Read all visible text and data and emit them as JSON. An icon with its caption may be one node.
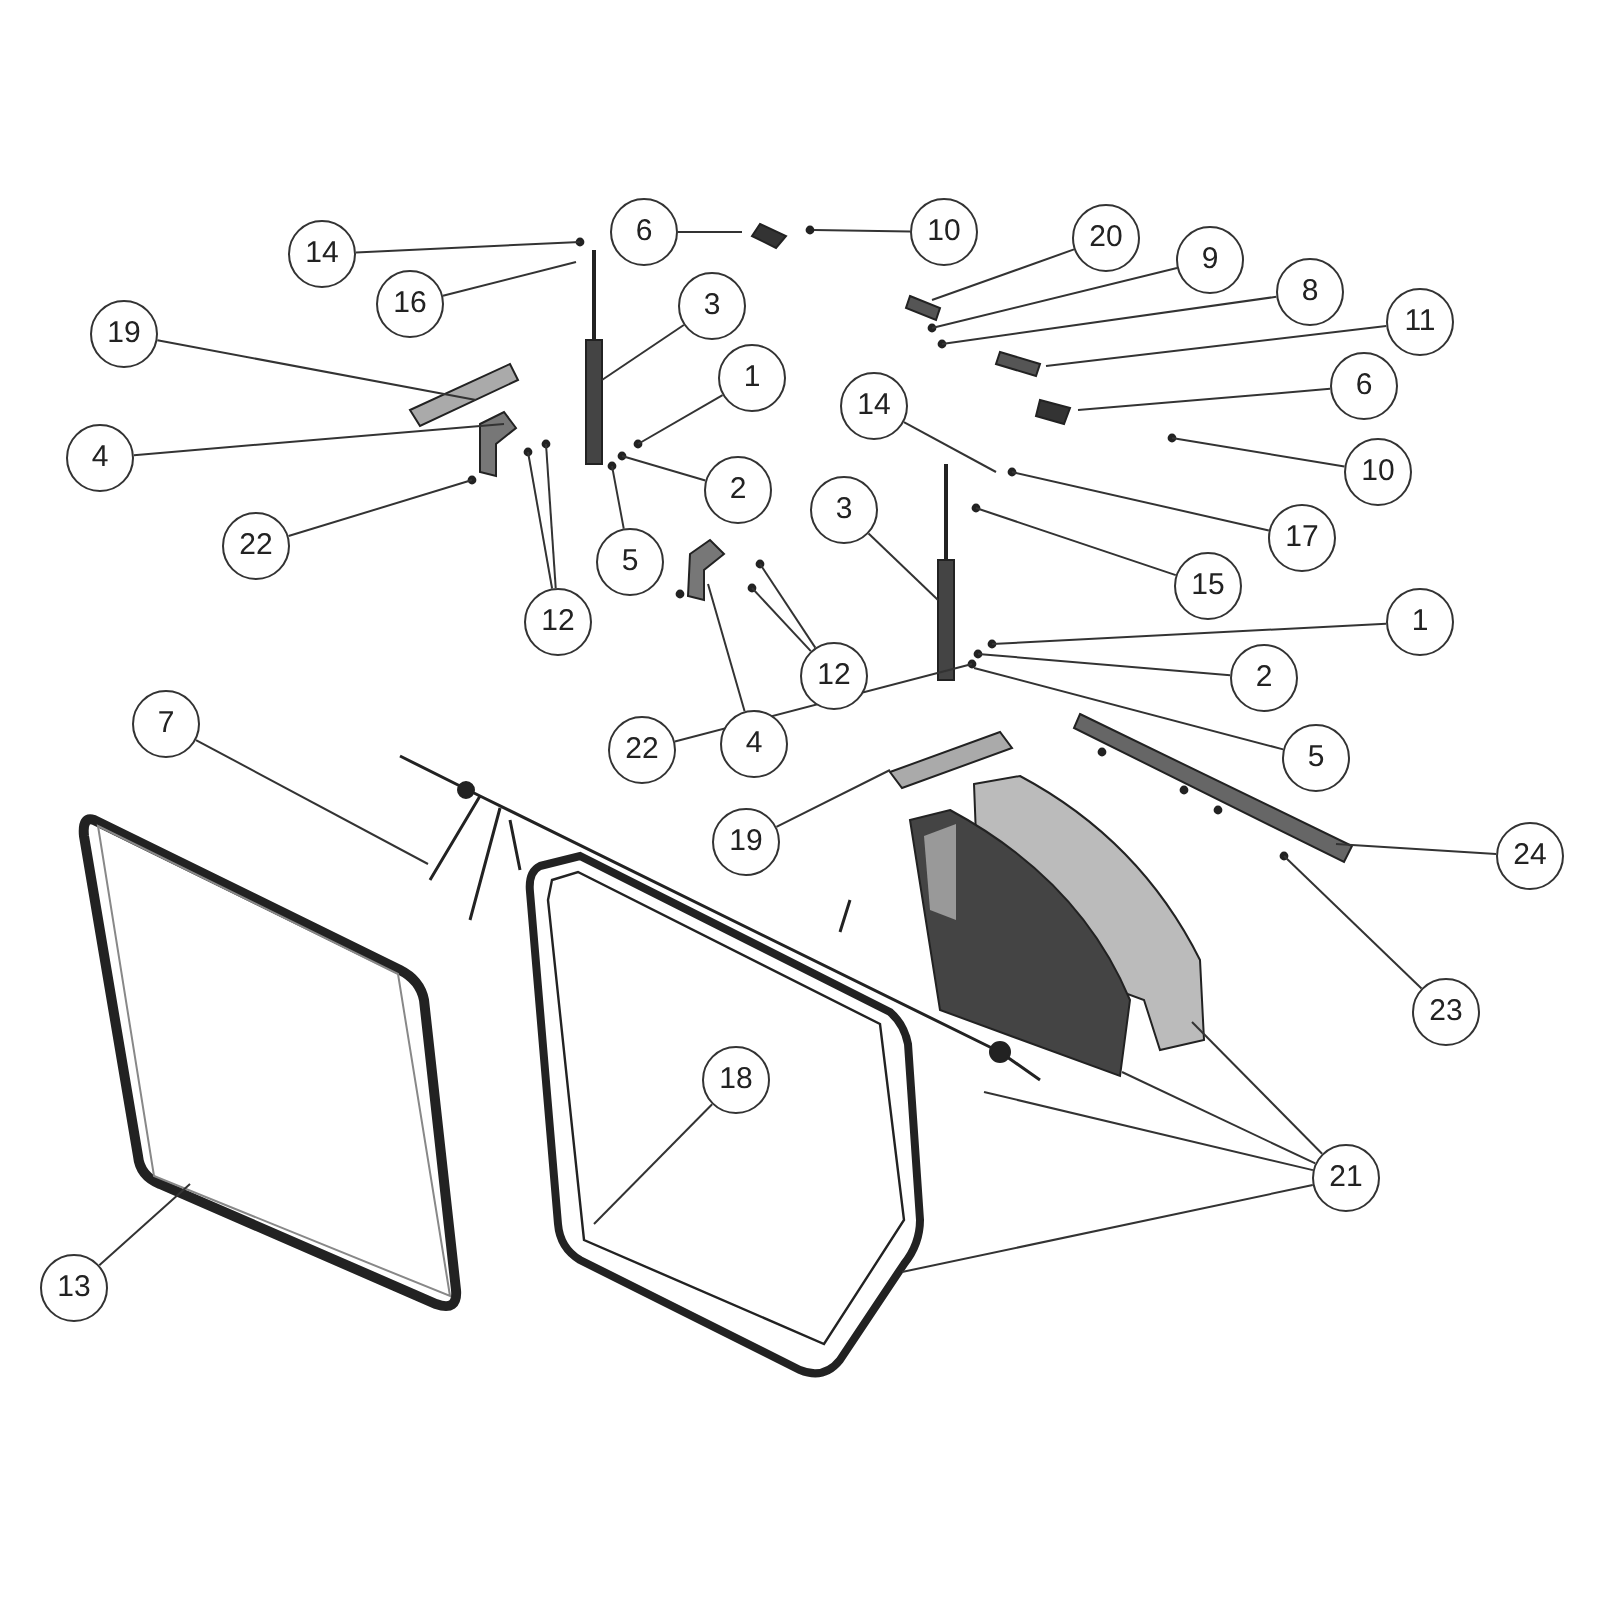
{
  "diagram": {
    "nodes": [
      {
        "text": [
          "14"
        ]
      },
      {
        "text": [
          "16"
        ]
      },
      {
        "text": [
          "6"
        ]
      },
      {
        "text": [
          "10"
        ]
      },
      {
        "text": [
          "20"
        ]
      },
      {
        "text": [
          "19"
        ]
      },
      {
        "text": [
          "3"
        ]
      },
      {
        "text": [
          "9"
        ]
      },
      {
        "text": [
          "8"
        ]
      },
      {
        "text": [
          "11"
        ]
      },
      {
        "text": [
          "1"
        ]
      },
      {
        "text": [
          "6"
        ]
      },
      {
        "text": [
          "4"
        ]
      },
      {
        "text": [
          "14"
        ]
      },
      {
        "text": [
          "10"
        ]
      },
      {
        "text": [
          "2"
        ]
      },
      {
        "text": [
          "17"
        ]
      },
      {
        "text": [
          "22"
        ]
      },
      {
        "text": [
          "5"
        ]
      },
      {
        "text": [
          "3"
        ]
      },
      {
        "text": [
          "15"
        ]
      },
      {
        "text": [
          "12"
        ]
      },
      {
        "text": [
          "12"
        ]
      },
      {
        "text": [
          "1"
        ]
      },
      {
        "text": [
          "2"
        ]
      },
      {
        "text": [
          "22"
        ]
      },
      {
        "text": [
          "4"
        ]
      },
      {
        "text": [
          "5"
        ]
      },
      {
        "text": [
          "7"
        ]
      },
      {
        "text": [
          "19"
        ]
      },
      {
        "text": [
          "24"
        ]
      },
      {
        "text": [
          "23"
        ]
      },
      {
        "text": [
          "18"
        ]
      },
      {
        "text": [
          "21"
        ]
      },
      {
        "text": [
          "13"
        ]
      }
    ],
    "edges": [
      {
        "from": 0,
        "to": null,
        "arrow": "none"
      },
      {
        "from": 1,
        "to": null,
        "arrow": "none"
      },
      {
        "from": 2,
        "to": null,
        "arrow": "none"
      },
      {
        "from": 3,
        "to": null,
        "arrow": "none"
      },
      {
        "from": 4,
        "to": null,
        "arrow": "none"
      },
      {
        "from": 5,
        "to": null,
        "arrow": "none"
      },
      {
        "from": 6,
        "to": null,
        "arrow": "none"
      },
      {
        "from": 7,
        "to": null,
        "arrow": "none"
      },
      {
        "from": 8,
        "to": null,
        "arrow": "none"
      },
      {
        "from": 9,
        "to": null,
        "arrow": "none"
      },
      {
        "from": 10,
        "to": null,
        "arrow": "none"
      },
      {
        "from": 11,
        "to": null,
        "arrow": "none"
      },
      {
        "from": 12,
        "to": null,
        "arrow": "none"
      },
      {
        "from": 13,
        "to": null,
        "arrow": "none"
      },
      {
        "from": 14,
        "to": null,
        "arrow": "none"
      },
      {
        "from": 15,
        "to": null,
        "arrow": "none"
      },
      {
        "from": 16,
        "to": null,
        "arrow": "none"
      },
      {
        "from": 17,
        "to": null,
        "arrow": "none"
      },
      {
        "from": 18,
        "to": null,
        "arrow": "none"
      },
      {
        "from": 19,
        "to": null,
        "arrow": "none"
      },
      {
        "from": 20,
        "to": null,
        "arrow": "none"
      },
      {
        "from": 21,
        "to": null,
        "arrow": "none"
      },
      {
        "from": 21,
        "to": null,
        "arrow": "none"
      },
      {
        "from": 22,
        "to": null,
        "arrow": "none"
      },
      {
        "from": 22,
        "to": null,
        "arrow": "none"
      },
      {
        "from": 23,
        "to": null,
        "arrow": "none"
      },
      {
        "from": 24,
        "to": null,
        "arrow": "none"
      },
      {
        "from": 25,
        "to": null,
        "arrow": "none"
      },
      {
        "from": 26,
        "to": null,
        "arrow": "none"
      },
      {
        "from": 27,
        "to": null,
        "arrow": "none"
      },
      {
        "from": 28,
        "to": null,
        "arrow": "none"
      },
      {
        "from": 29,
        "to": null,
        "arrow": "none"
      },
      {
        "from": 30,
        "to": null,
        "arrow": "none"
      },
      {
        "from": 31,
        "to": null,
        "arrow": "none"
      },
      {
        "from": 32,
        "to": null,
        "arrow": "none"
      },
      {
        "from": 33,
        "to": null,
        "arrow": "none"
      },
      {
        "from": 33,
        "to": null,
        "arrow": "none"
      },
      {
        "from": 33,
        "to": null,
        "arrow": "none"
      },
      {
        "from": 33,
        "to": null,
        "arrow": "none"
      },
      {
        "from": 34,
        "to": null,
        "arrow": "none"
      }
    ]
  }
}
